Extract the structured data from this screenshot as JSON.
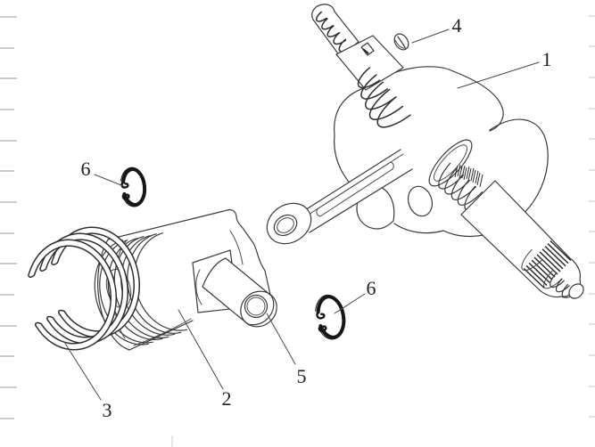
{
  "diagram": {
    "callouts": [
      {
        "id": "crankshaft",
        "text": "1"
      },
      {
        "id": "piston",
        "text": "2"
      },
      {
        "id": "piston-rings",
        "text": "3"
      },
      {
        "id": "screw",
        "text": "4"
      },
      {
        "id": "piston-pin",
        "text": "5"
      },
      {
        "id": "circlip-upper",
        "text": "6"
      },
      {
        "id": "circlip-lower",
        "text": "6"
      }
    ],
    "colors": {
      "background": "#ffffff",
      "line": "#3a3a3a",
      "dark_line": "#161616",
      "edge_tick": "#9b9b9b",
      "label": "#1f1f1f"
    }
  }
}
